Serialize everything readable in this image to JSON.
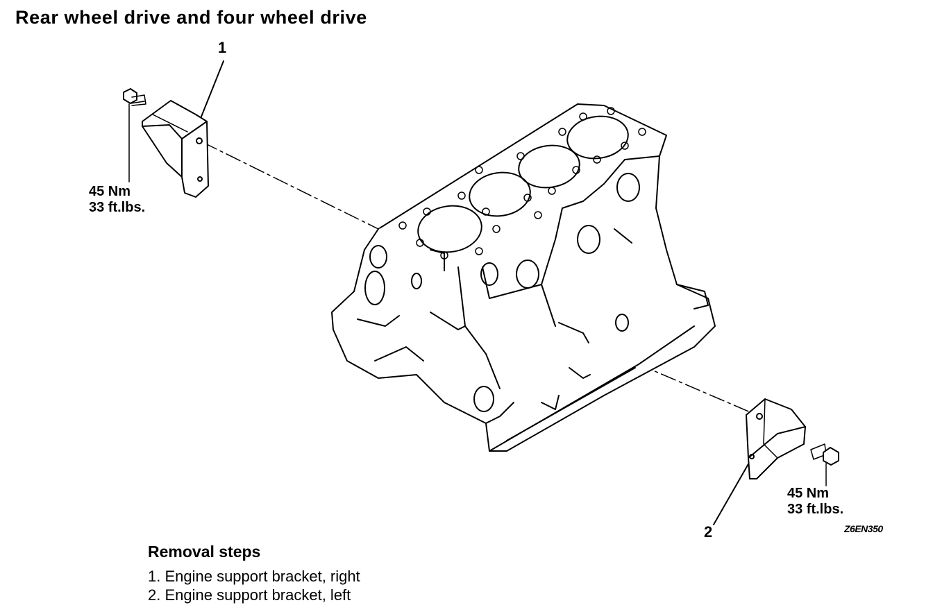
{
  "title": "Rear wheel drive and four wheel drive",
  "callouts": {
    "item1": "1",
    "item2": "2"
  },
  "torque_right": {
    "nm": "45 Nm",
    "ftlbs": "33 ft.lbs."
  },
  "torque_left": {
    "nm": "45 Nm",
    "ftlbs": "33 ft.lbs."
  },
  "figure_code": "Z6EN350",
  "removal": {
    "heading": "Removal steps",
    "steps": [
      "1. Engine support bracket, right",
      "2. Engine support bracket, left"
    ]
  }
}
